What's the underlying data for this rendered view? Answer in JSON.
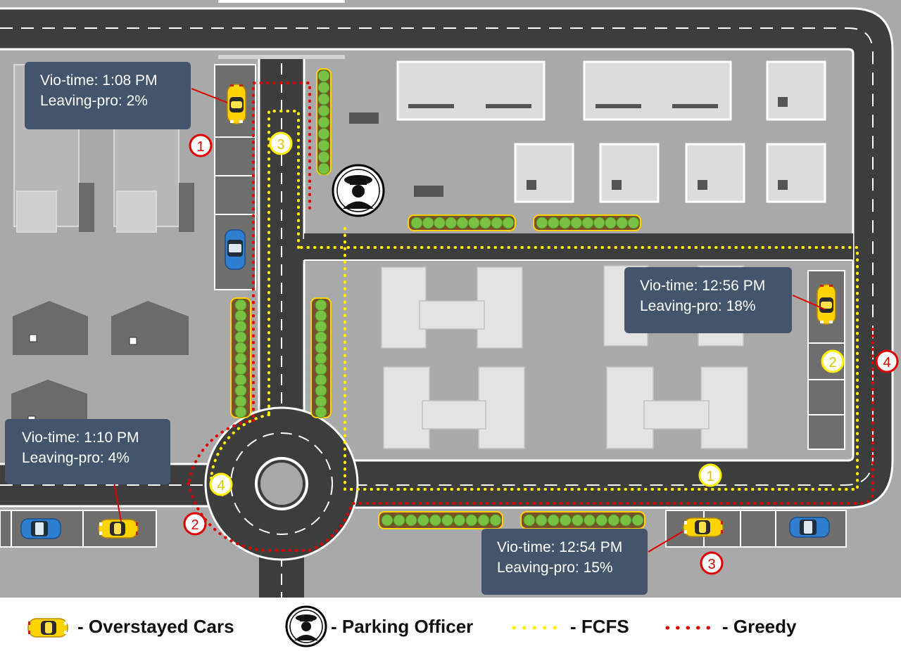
{
  "colors": {
    "road": "#3d3d3d",
    "ground": "#a9a9a9",
    "lot": "#c9c9c9",
    "fcfs": "#ffef00",
    "greedy": "#e00000",
    "callout": "#44546a",
    "overstayed_car": "#ffd400",
    "normal_car": "#2f7fd1",
    "greenery": "#79c142"
  },
  "icons": {
    "officer": "parking-officer-icon",
    "overstayed_car": "yellow-car-icon",
    "normal_car": "blue-car-icon"
  },
  "callouts": [
    {
      "vio_time": "Vio-time: 1:08 PM",
      "leaving_pro": "Leaving-pro: 2%"
    },
    {
      "vio_time": "Vio-time: 1:10 PM",
      "leaving_pro": "Leaving-pro: 4%"
    },
    {
      "vio_time": "Vio-time: 12:56 PM",
      "leaving_pro": "Leaving-pro: 18%"
    },
    {
      "vio_time": "Vio-time: 12:54 PM",
      "leaving_pro": "Leaving-pro: 15%"
    }
  ],
  "fcfs_markers": [
    "1",
    "2",
    "3",
    "4"
  ],
  "greedy_markers": [
    "1",
    "2",
    "3",
    "4"
  ],
  "legend": {
    "overstayed": "- Overstayed Cars",
    "officer": "- Parking Officer",
    "fcfs": "- FCFS",
    "greedy": "- Greedy"
  }
}
